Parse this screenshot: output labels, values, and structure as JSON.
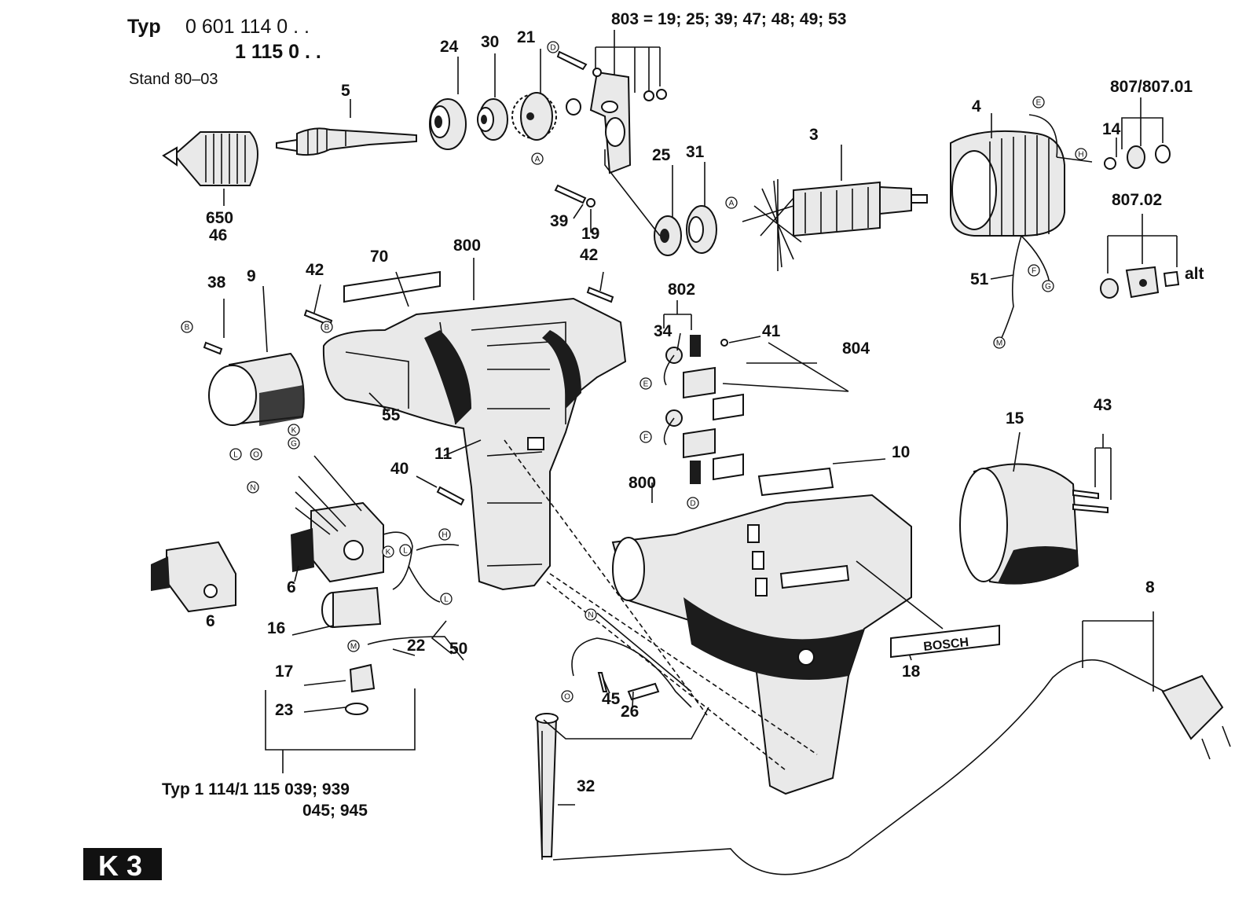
{
  "header": {
    "typ_label": "Typ",
    "typ_line1": "0 601 114 0 . .",
    "typ_line2": "1 115 0 . .",
    "stand": "Stand 80–03"
  },
  "group_803": "803 = 19; 25; 39; 47; 48; 49; 53",
  "footer_typ": {
    "line1": "Typ 1 114/1 115 039; 939",
    "line2": "045; 945"
  },
  "sheet_badge": "K 3",
  "nameplate_text": "BOSCH",
  "labels": [
    "650",
    "46",
    "5",
    "24",
    "30",
    "21",
    "39",
    "19",
    "25",
    "31",
    "3",
    "4",
    "14",
    "807/807.01",
    "807.02",
    "alt",
    "51",
    "38",
    "9",
    "42",
    "70",
    "800",
    "42",
    "55",
    "11",
    "40",
    "802",
    "34",
    "41",
    "804",
    "10",
    "15",
    "43",
    "6",
    "6",
    "16",
    "17",
    "23",
    "22",
    "50",
    "45",
    "26",
    "18",
    "8",
    "32",
    "800"
  ],
  "connector_letters": [
    "A",
    "B",
    "D",
    "E",
    "F",
    "G",
    "H",
    "K",
    "L",
    "M",
    "N",
    "O"
  ]
}
